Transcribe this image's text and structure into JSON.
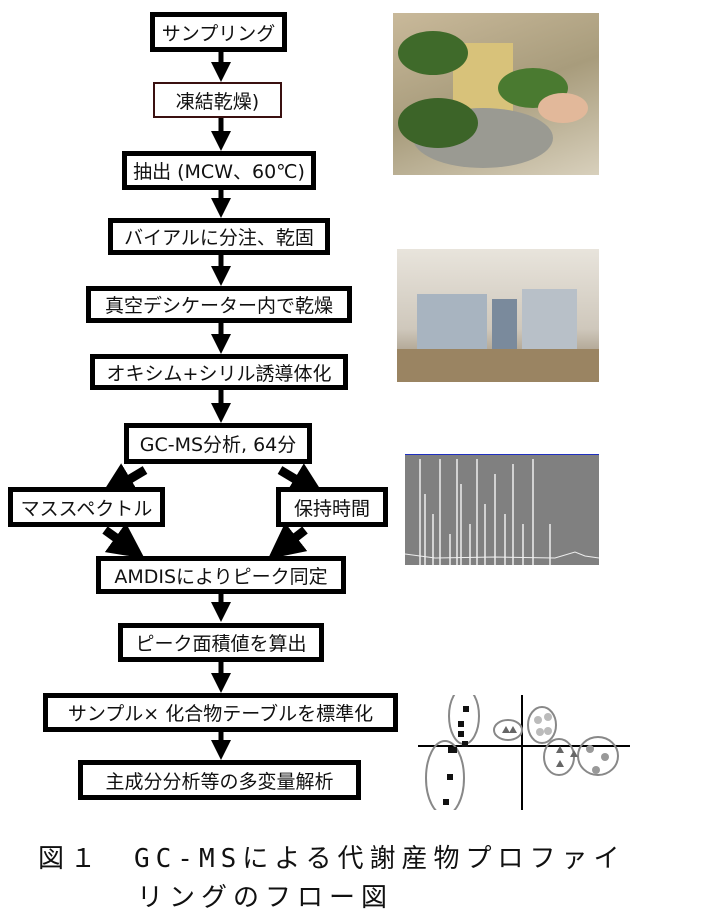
{
  "flow": {
    "sampling": "サンプリング",
    "freeze_dry": "凍結乾燥)",
    "extraction": "抽出 (MCW、60℃)",
    "vial": "バイアルに分注、乾固",
    "desiccator": "真空デシケーター内で乾燥",
    "derivatization": "オキシム+シリル誘導体化",
    "gcms": "GC-MS分析, 64分",
    "mass_spectrum": "マススペクトル",
    "retention_time": "保持時間",
    "amdis": "AMDISによりピーク同定",
    "peak_area": "ピーク面積値を算出",
    "normalize": "サンプル× 化合物テーブルを標準化",
    "multivariate": "主成分分析等の多変量解析"
  },
  "caption": {
    "line1": "図１　GC-MSによる代謝産物プロファイ",
    "line2": "リングのフロー図"
  }
}
